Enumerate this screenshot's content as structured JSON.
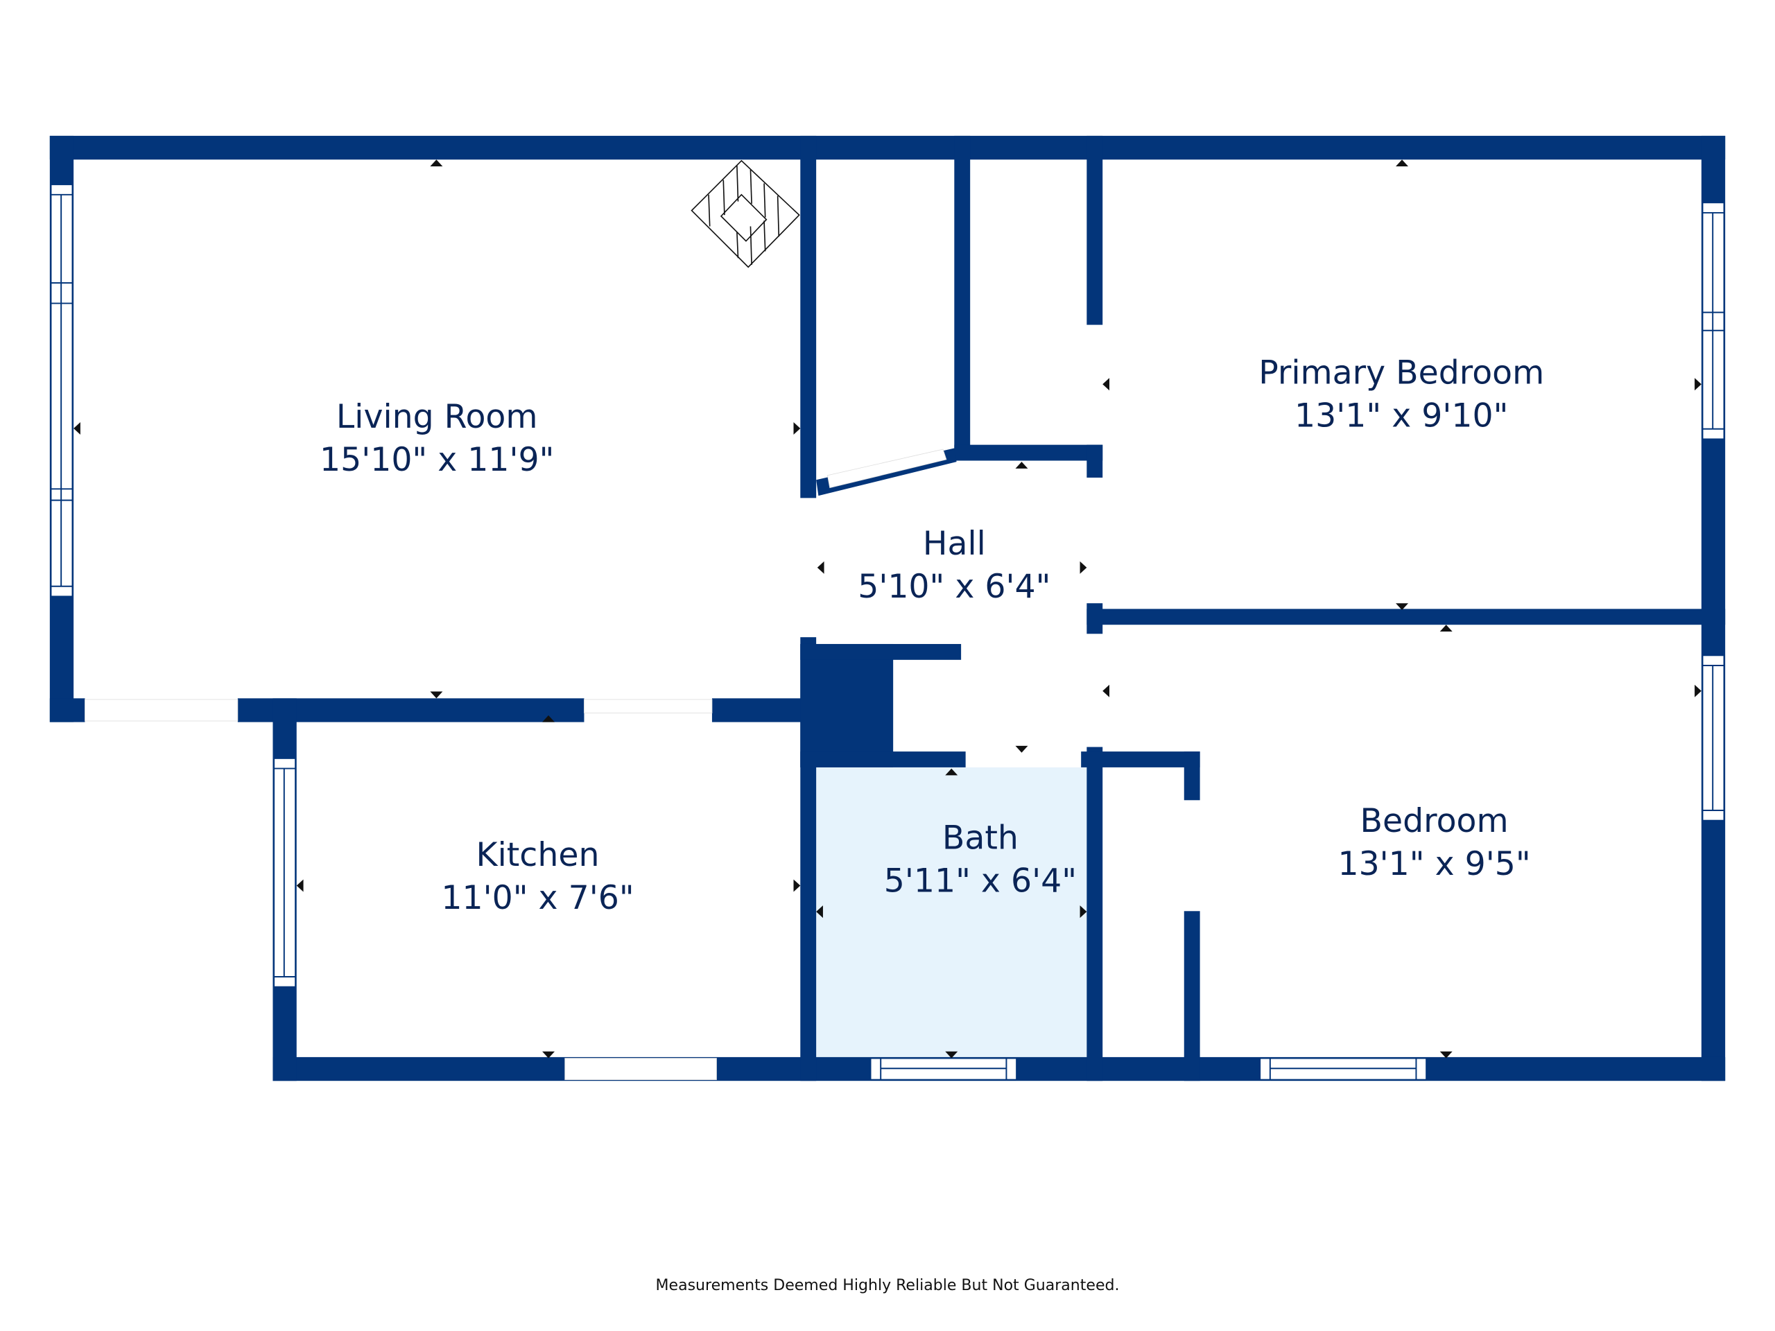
{
  "colors": {
    "wall": "#03357a",
    "bath_fill": "#e6f3fc",
    "text": "#0a2456"
  },
  "rooms": [
    {
      "name": "Living Room",
      "dims": "15'10\" x 11'9\""
    },
    {
      "name": "Kitchen",
      "dims": "11'0\" x 7'6\""
    },
    {
      "name": "Hall",
      "dims": "5'10\" x 6'4\""
    },
    {
      "name": "Bath",
      "dims": "5'11\" x 6'4\""
    },
    {
      "name": "Primary Bedroom",
      "dims": "13'1\" x 9'10\""
    },
    {
      "name": "Bedroom",
      "dims": "13'1\" x 9'5\""
    }
  ],
  "footer": "Measurements Deemed Highly Reliable But Not Guaranteed."
}
